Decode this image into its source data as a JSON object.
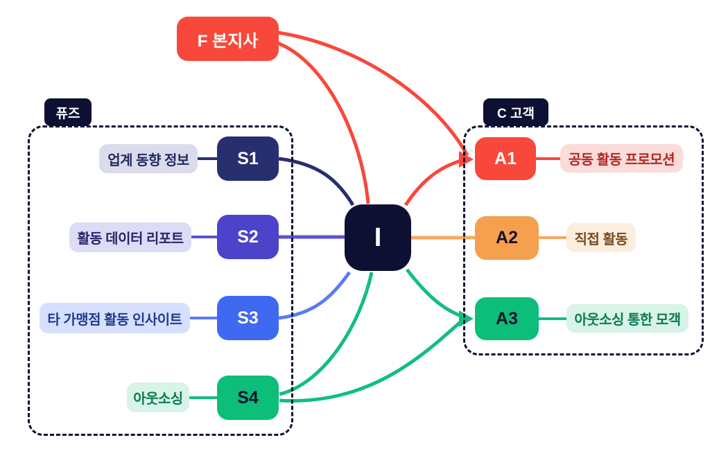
{
  "diagram": {
    "hub": {
      "id": "I"
    },
    "franchise": {
      "label": "F 본지사"
    },
    "left_group": {
      "tab_label": "퓨즈",
      "items": [
        {
          "id": "S1",
          "desc": "업계 동향 정보",
          "node_color": "#272F6E",
          "node_text": "#FFFFFF",
          "pill_bg": "#DADCEC",
          "pill_text": "#252B5E",
          "line_color": "#272F6E"
        },
        {
          "id": "S2",
          "desc": "활동 데이터 리포트",
          "node_color": "#4C43CB",
          "node_text": "#FFFFFF",
          "pill_bg": "#DDDCF6",
          "pill_text": "#2B2468",
          "line_color": "#5A51D4"
        },
        {
          "id": "S3",
          "desc": "타 가맹점 활동 인사이트",
          "node_color": "#4069F2",
          "node_text": "#FFFFFF",
          "pill_bg": "#D6E0FE",
          "pill_text": "#223C8C",
          "line_color": "#5B7BF5"
        },
        {
          "id": "S4",
          "desc": "아웃소싱",
          "node_color": "#0CBE79",
          "node_text": "#0D1033",
          "pill_bg": "#D8F3E7",
          "pill_text": "#0A7B52",
          "line_color": "#12BE7E"
        }
      ]
    },
    "right_group": {
      "tab_label": "C 고객",
      "items": [
        {
          "id": "A1",
          "desc": "공동 활동 프로모션",
          "node_color": "#F8483B",
          "node_text": "#FFFFFF",
          "pill_bg": "#FBDCDA",
          "pill_text": "#B12A22",
          "line_color": "#F8483B"
        },
        {
          "id": "A2",
          "desc": "직접 활동",
          "node_color": "#F5A04E",
          "node_text": "#14102B",
          "pill_bg": "#FCEEDF",
          "pill_text": "#7A4A1E",
          "line_color": "#F7A95F"
        },
        {
          "id": "A3",
          "desc": "아웃소싱 통한 모객",
          "node_color": "#0CBE79",
          "node_text": "#14102B",
          "pill_bg": "#D8F3E7",
          "pill_text": "#0A7B52",
          "line_color": "#12BE7E"
        }
      ]
    },
    "edges": [
      {
        "from": "F",
        "to": "A1",
        "color": "#F8483B",
        "arrow": true
      },
      {
        "from": "F",
        "to": "I",
        "color": "#F8483B",
        "arrow": false
      },
      {
        "from": "I",
        "to": "A1",
        "color": "#F8483B",
        "arrow": true
      },
      {
        "from": "S1",
        "to": "I",
        "color": "#272F6E",
        "arrow": false
      },
      {
        "from": "S2",
        "to": "I",
        "color": "#5A51D4",
        "arrow": false
      },
      {
        "from": "S3",
        "to": "I",
        "color": "#5B7BF5",
        "arrow": false
      },
      {
        "from": "S4",
        "to": "I",
        "color": "#12BE7E",
        "arrow": false
      },
      {
        "from": "S4",
        "to": "A3",
        "color": "#12BE7E",
        "arrow": true
      },
      {
        "from": "I",
        "to": "A3",
        "color": "#12BE7E",
        "arrow": true
      },
      {
        "from": "I",
        "to": "A2",
        "color": "#F7A95F",
        "arrow": false
      }
    ],
    "colors": {
      "red": "#F8483B",
      "dark": "#0D1033",
      "navy": "#272F6E",
      "purple_line": "#5A51D4",
      "blue_line": "#5B7BF5",
      "green_line": "#12BE7E",
      "orange_line": "#F7A95F",
      "white": "#FFFFFF",
      "background": "#FFFFFF"
    }
  }
}
